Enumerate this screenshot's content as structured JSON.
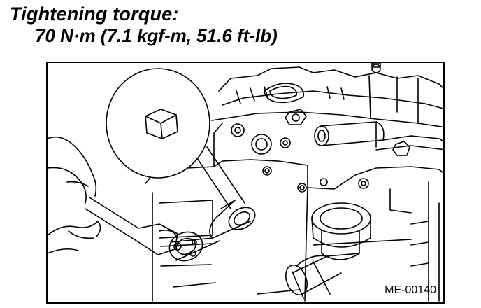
{
  "heading": {
    "label": "Tightening torque:",
    "value": "70 N·m (7.1 kgf-m, 51.6 ft-lb)"
  },
  "figure": {
    "id": "ME-00140",
    "subject": "socket wrench tightening crankshaft pulley bolt on engine",
    "icons": [
      "hand-icon",
      "socket-wrench-icon",
      "hex-bolt-icon",
      "engine-block-icon",
      "magnifier-callout-icon"
    ]
  }
}
